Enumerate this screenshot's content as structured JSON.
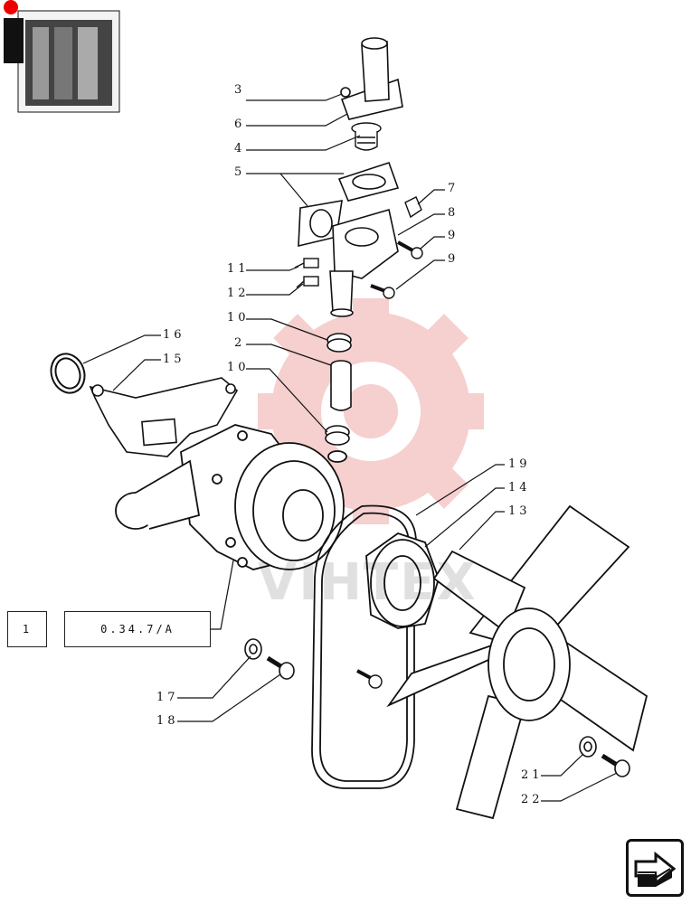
{
  "callouts": {
    "c3": "3",
    "c6": "6",
    "c4": "4",
    "c5": "5",
    "c7": "7",
    "c8": "8",
    "c9a": "9",
    "c9b": "9",
    "c11": "11",
    "c12": "12",
    "c10a": "10",
    "c2": "2",
    "c10b": "10",
    "c16": "16",
    "c15": "15",
    "c19": "19",
    "c14": "14",
    "c13": "13",
    "c17": "17",
    "c18": "18",
    "c21": "21",
    "c22": "22"
  },
  "reference": {
    "number": "1",
    "code": "0.34.7/A"
  },
  "watermark": {
    "text": "VIHTEX"
  },
  "icons": {
    "engine": "engine-thumbnail-icon",
    "nav": "next-page-arrow-icon"
  },
  "colors": {
    "watermark": "#f2b5b5",
    "line": "#111111"
  }
}
